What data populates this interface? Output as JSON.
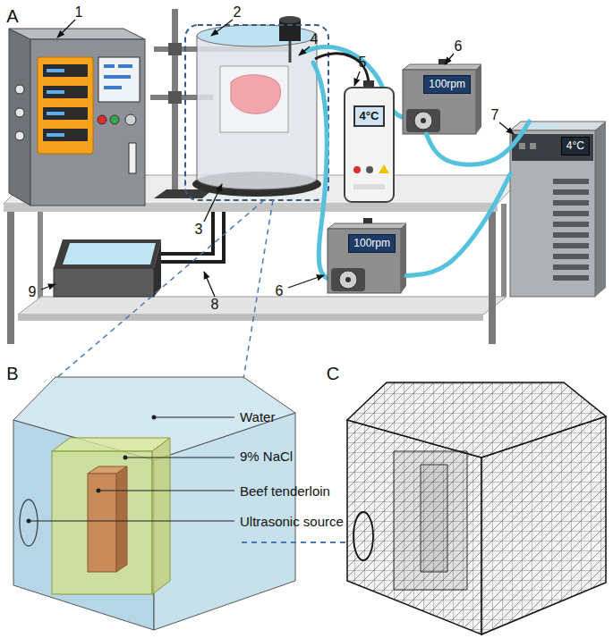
{
  "diagram": {
    "nodes": [
      {
        "text": [
          "4°C"
        ]
      },
      {
        "text": [
          "100rpm"
        ]
      },
      {
        "text": [
          "4°C"
        ]
      },
      {
        "text": [
          "100rpm"
        ]
      }
    ],
    "edges": [
      {
        "from": 1,
        "to": 2,
        "arrow": "none"
      },
      {
        "from": 3,
        "to": 2,
        "arrow": "none"
      }
    ],
    "labels": [
      "A",
      "1",
      "2",
      "4",
      "5",
      "6",
      "7",
      "3",
      "6",
      "8",
      "9",
      "B",
      "Water",
      "9% NaCl",
      "Beef tenderloin",
      "Ultrasonic source",
      "C"
    ]
  }
}
